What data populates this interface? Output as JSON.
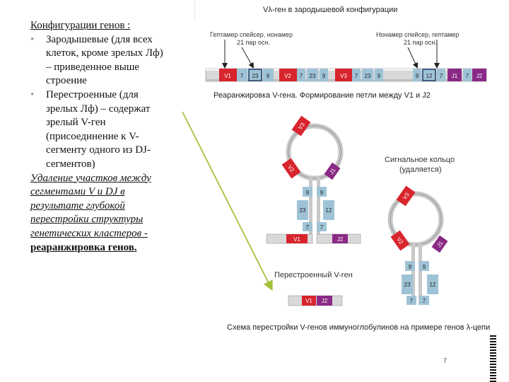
{
  "left": {
    "heading": "Конфигурации генов :",
    "bullet_glyph": "•",
    "bullet1_lines": [
      "Зародышевые (для всех",
      "клеток, кроме зрелых Лф)",
      "– приведенное выше",
      "строение"
    ],
    "bullet2_lines": [
      "Перестроенные (для",
      "зрелых Лф) – содержат",
      "зрелый V-ген",
      "(присоединение к V-",
      "сегменту одного из DJ-",
      "сегментов)"
    ],
    "italic_lines": [
      "Удаление участков между",
      "сегментами V и DJ в",
      "результате глубокой",
      "перестройки структуры",
      "генетических кластеров -"
    ],
    "bold_line": "реаранжировка генов."
  },
  "diagram": {
    "title": "Vλ-ген в зародышевой конфигурации",
    "label_heptamer_left": "Гептамер спейсер, нонамер",
    "label_bp_left": "21 пар осн.",
    "label_nonamer_right": "Нонамер спейсер, гептамер",
    "label_bp_right": "21 пар осн.",
    "germline_segments": {
      "v1": "V1",
      "seven_a": "7",
      "twentythree_a": "23",
      "nine_a": "9",
      "v2": "V2",
      "seven_b": "7",
      "twentythree_b": "23",
      "nine_b": "9",
      "v3": "V3",
      "seven_c": "7",
      "twentythree_c": "23",
      "nine_c": "9",
      "nine_d": "9",
      "twelve_a": "12",
      "seven_d": "7",
      "j1": "J1",
      "seven_e": "7",
      "j2": "J2"
    },
    "subtitle": "Реаранжировка V-гена. Формирование петли между V1 и J2",
    "loop1": {
      "v3": "V3",
      "v2": "V2",
      "j1": "J1",
      "nine_l": "9",
      "nine_r": "9",
      "twentythree": "23",
      "twelve": "12",
      "seven_l": "7",
      "seven_r": "7",
      "v1": "V1",
      "j2": "J2"
    },
    "signal_label_1": "Сигнальное кольцо",
    "signal_label_2": "(удаляется)",
    "loop2": {
      "v3": "V3",
      "v2": "V2",
      "j1": "J1",
      "nine_l": "9",
      "nine_r": "9",
      "twentythree": "23",
      "twelve": "12",
      "seven_l": "7",
      "seven_r": "7"
    },
    "rearranged_label": "Перестроенный V-ген",
    "rearranged": {
      "v1": "V1",
      "j2": "J2"
    },
    "caption": "Схема перестройки V-генов иммуноглобулинов на примере генов λ-цепи"
  },
  "page_number": "7",
  "colors": {
    "v_segment": "#d8242c",
    "j_segment": "#8a2a86",
    "signal_box": "#9fc3d6",
    "arrow_green": "#a3c23a",
    "strand": "#c8c8c8"
  }
}
